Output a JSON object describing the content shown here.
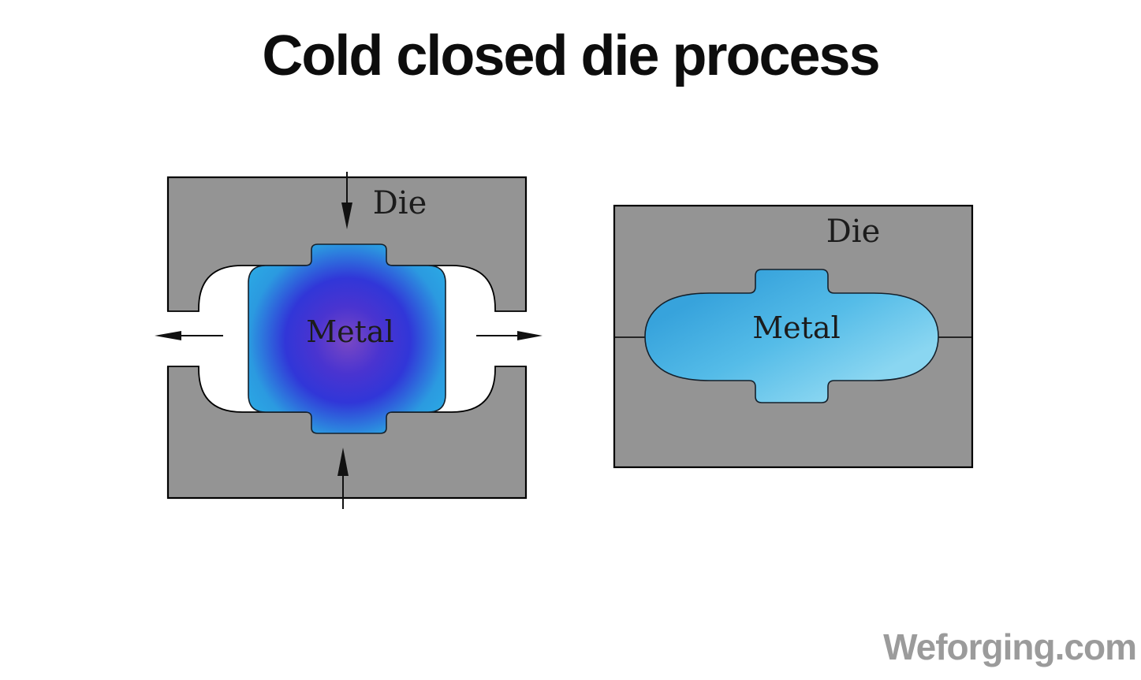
{
  "title": "Cold closed die process",
  "watermark": "Weforging.com",
  "colors": {
    "background": "#ffffff",
    "die_gray": "#949494",
    "die_outline": "#000000",
    "cavity_white": "#ffffff",
    "arrow_black": "#111111",
    "label_text": "#1c1c1c",
    "title_text": "#0d0d0d",
    "watermark_gray": "#9b9b9b",
    "metal_outline": "#15202b",
    "metal_left_gradient": {
      "center": "#7a48c4",
      "inner": "#4a34d0",
      "mid": "#3136d8",
      "outer": "#2b9ae0",
      "edge": "#2ba8e4"
    },
    "metal_right_gradient": {
      "start": "#37a3dc",
      "mid": "#55bce8",
      "end": "#8ad6f1"
    }
  },
  "left_diagram": {
    "die_label": "Die",
    "metal_label": "Metal"
  },
  "right_diagram": {
    "die_label": "Die",
    "metal_label": "Metal"
  }
}
